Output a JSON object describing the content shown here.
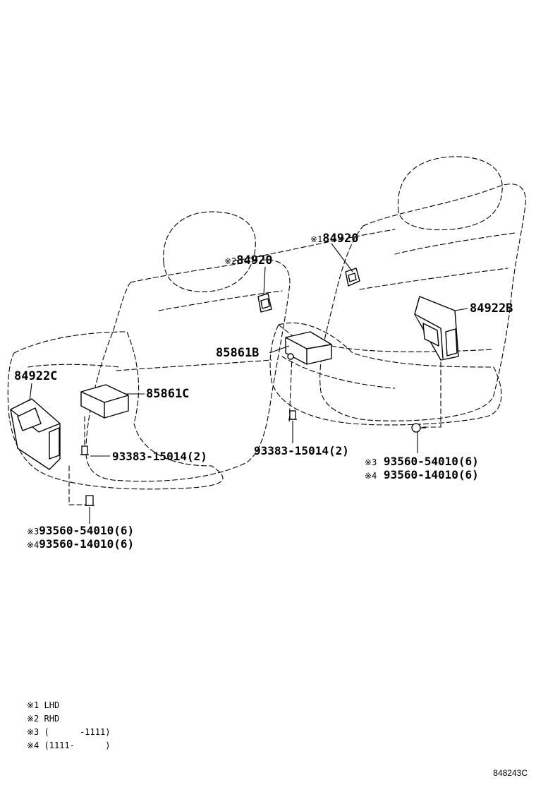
{
  "labels": {
    "p84920_lhd": {
      "mark": "※1",
      "part": "84920"
    },
    "p84920_rhd": {
      "mark": "※2",
      "part": "84920"
    },
    "p84922b": "84922B",
    "p84922c": "84922C",
    "p85861b": "85861B",
    "p85861c": "85861C",
    "screw_left": "93383-15014(2)",
    "screw_center": "93383-15014(2)",
    "bolt_right_a": {
      "mark": "※3",
      "part": "93560-54010(6)"
    },
    "bolt_right_b": {
      "mark": "※4",
      "part": "93560-14010(6)"
    },
    "bolt_left_a": {
      "mark": "※3",
      "part": "93560-54010(6)"
    },
    "bolt_left_b": {
      "mark": "※4",
      "part": "93560-14010(6)"
    }
  },
  "legend": [
    "※1 LHD",
    "※2 RHD",
    "※3 (      -1111)",
    "※4 (1111-      )"
  ],
  "figure_code": "848243C"
}
